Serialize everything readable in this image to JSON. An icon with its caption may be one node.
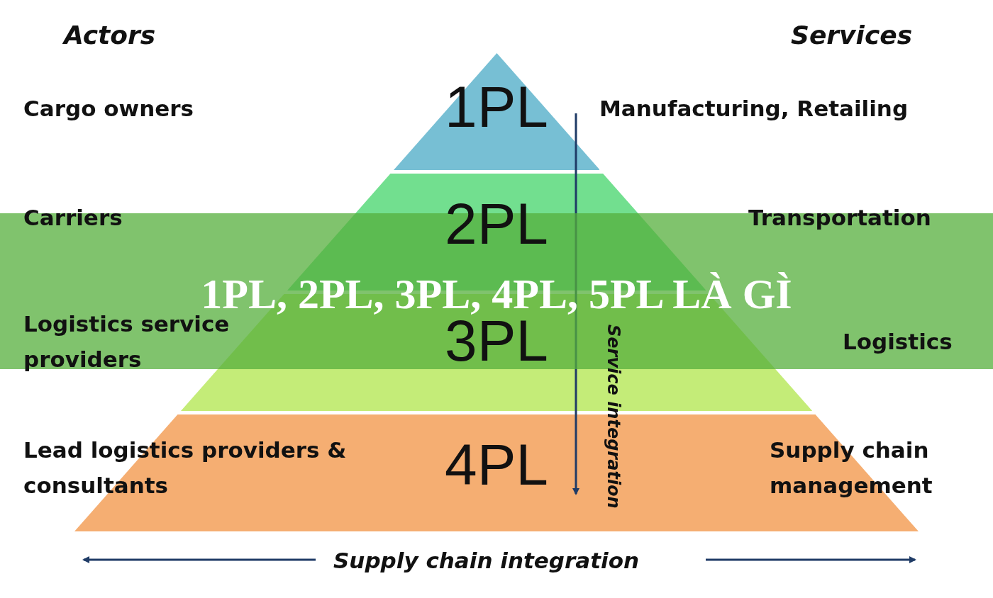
{
  "diagram": {
    "title": "1PL, 2PL, 3PL, 4PL, 5PL LÀ GÌ",
    "nodes": [
      {
        "text": [
          "1PL"
        ]
      },
      {
        "text": [
          "2PL"
        ]
      },
      {
        "text": [
          "3PL"
        ]
      },
      {
        "text": [
          "4PL"
        ]
      }
    ],
    "labels": [
      "Actors",
      "Services",
      "Cargo owners",
      "Manufacturing, Retailing",
      "Carriers",
      "Transportation",
      "Logistics service providers",
      "Logistics",
      "Lead logistics providers & consultants",
      "Supply chain management",
      "Service integration",
      "Supply chain integration"
    ]
  }
}
